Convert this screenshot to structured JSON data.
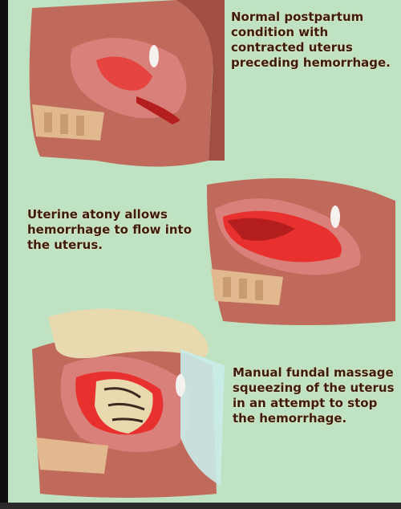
{
  "colors": {
    "background": "#bfe3c2",
    "frame": "#0e0e0e",
    "tissue": "#c06a5c",
    "tissue_dark": "#a24f43",
    "uterus_wall": "#d9807a",
    "blood": "#e8302f",
    "blood_dark": "#b51e1e",
    "spine": "#e2b98f",
    "glove": "#e8d9ae",
    "water": "#c9ece9",
    "caption_text": "#3a1c10"
  },
  "captions": {
    "top": "Normal postpartum condition with contracted uterus preceding hemorrhage.",
    "middle": "Uterine atony allows hemorrhage to flow into the uterus.",
    "bottom": "Manual fundal massage squeezing of the uterus in an attempt to stop the hemorrhage."
  }
}
